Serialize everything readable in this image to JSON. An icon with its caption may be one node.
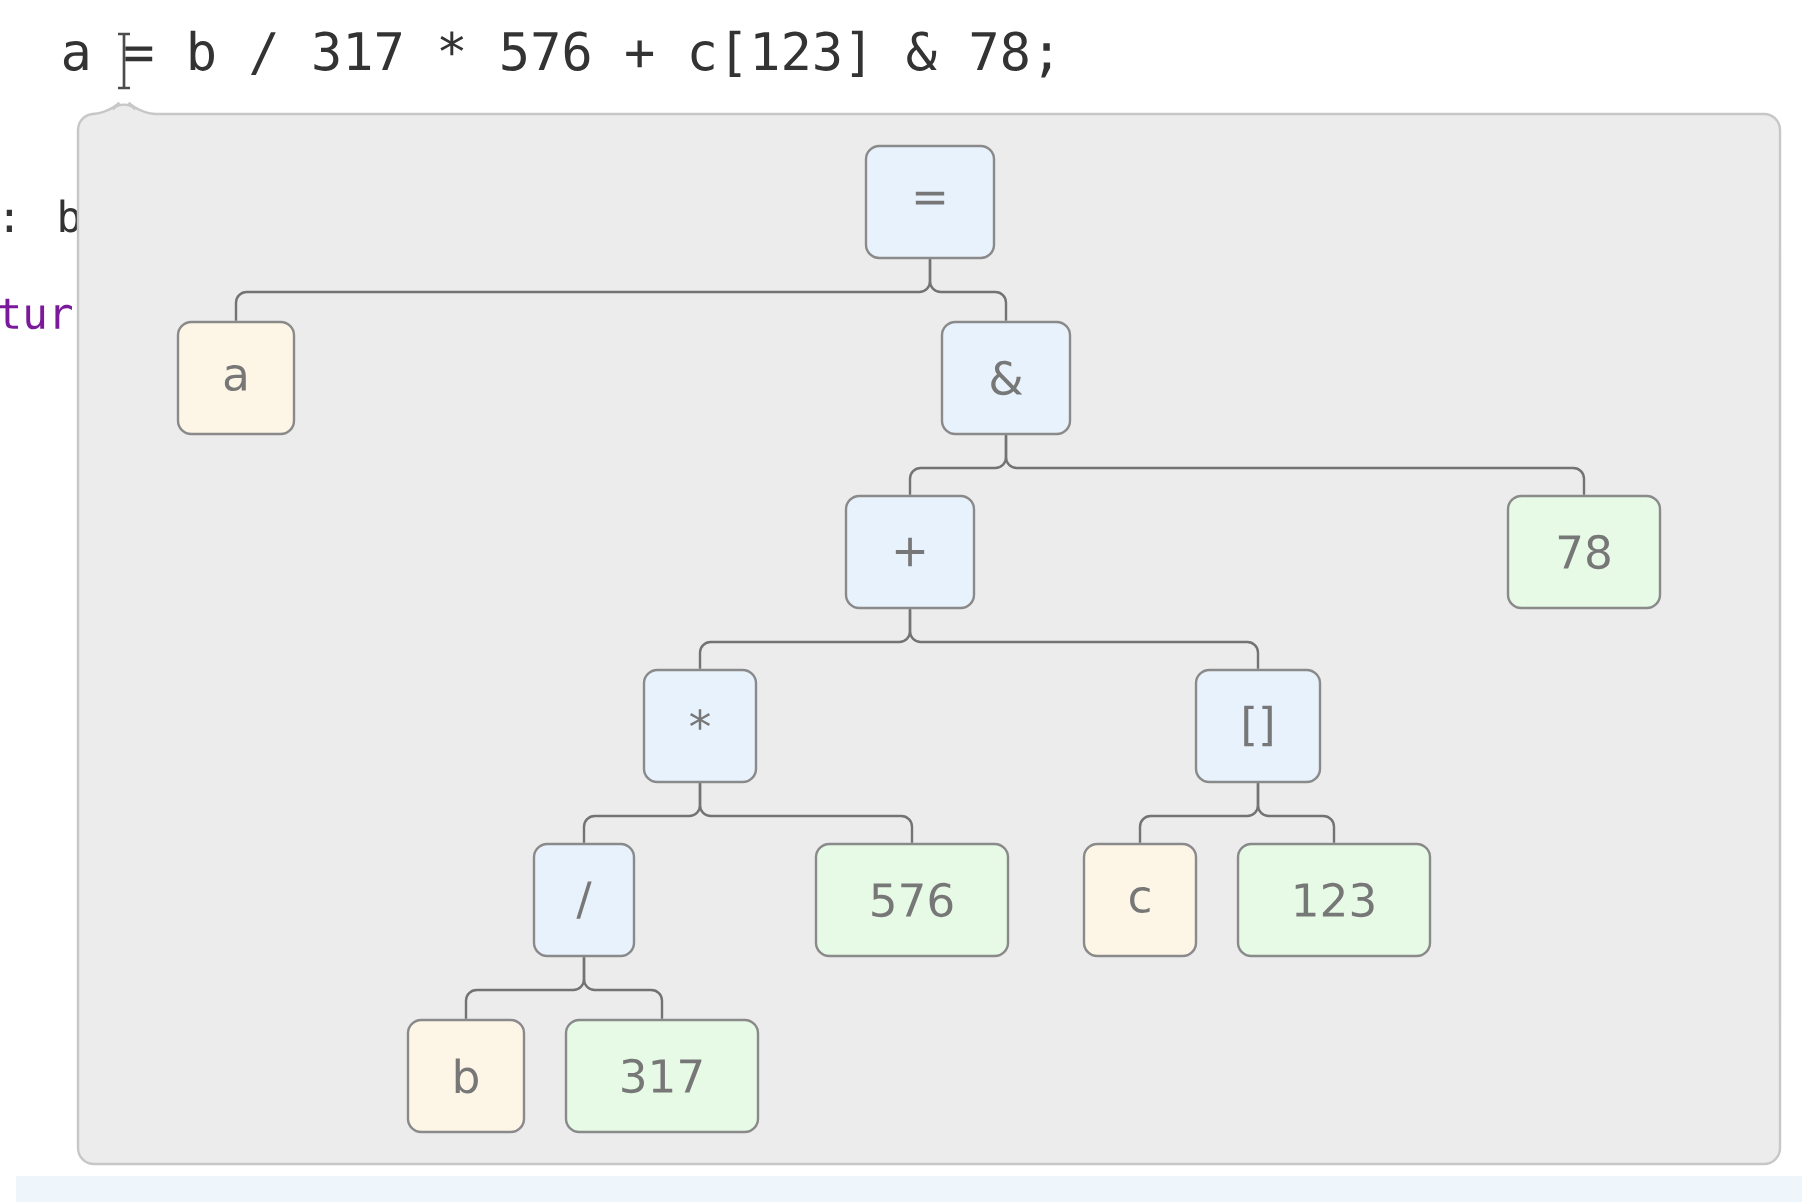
{
  "diagram": {
    "nodes": [
      {
        "text": [],
        "shape": "box"
      },
      {
        "text": [
          "="
        ],
        "in": 0
      },
      {
        "text": [
          "a"
        ],
        "in": 0
      },
      {
        "text": [
          "&"
        ],
        "in": 0
      },
      {
        "text": [
          "+"
        ],
        "in": 0
      },
      {
        "text": [
          "78"
        ],
        "in": 0
      },
      {
        "text": [
          "*"
        ],
        "in": 0
      },
      {
        "text": [
          "[]"
        ],
        "in": 0
      },
      {
        "text": [
          "/"
        ],
        "in": 0
      },
      {
        "text": [
          "576"
        ],
        "in": 0
      },
      {
        "text": [
          "c"
        ],
        "in": 0
      },
      {
        "text": [
          "123"
        ],
        "in": 0
      },
      {
        "text": [
          "b"
        ],
        "in": 0
      },
      {
        "text": [
          "317"
        ],
        "in": 0
      }
    ],
    "edges": [
      {
        "from": 1,
        "to": 2,
        "arrow": "none"
      },
      {
        "from": 1,
        "to": 3,
        "arrow": "none"
      },
      {
        "from": 3,
        "to": 4,
        "arrow": "none"
      },
      {
        "from": 3,
        "to": 5,
        "arrow": "none"
      },
      {
        "from": 4,
        "to": 6,
        "arrow": "none"
      },
      {
        "from": 4,
        "to": 7,
        "arrow": "none"
      },
      {
        "from": 6,
        "to": 8,
        "arrow": "none"
      },
      {
        "from": 6,
        "to": 9,
        "arrow": "none"
      },
      {
        "from": 7,
        "to": 10,
        "arrow": "none"
      },
      {
        "from": 7,
        "to": 11,
        "arrow": "none"
      },
      {
        "from": 8,
        "to": 12,
        "arrow": "none"
      },
      {
        "from": 8,
        "to": 13,
        "arrow": "none"
      }
    ],
    "labels": [
      "a = b / 317 * 576 + c[123] & 78;",
      ": b",
      "tur"
    ]
  }
}
